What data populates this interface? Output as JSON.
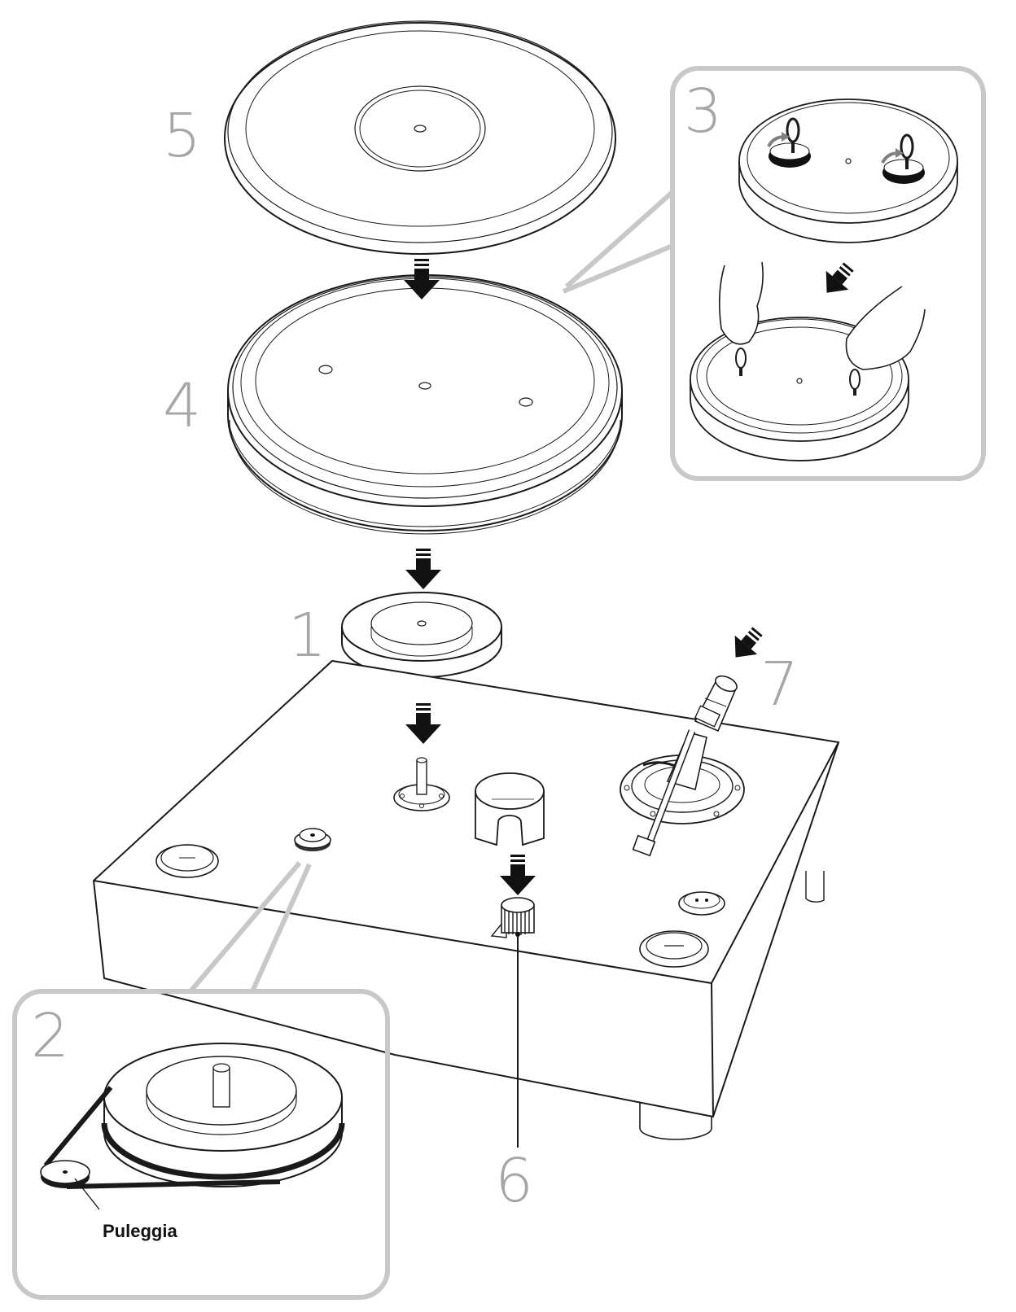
{
  "diagram": {
    "steps": [
      {
        "id": "1",
        "label": "1"
      },
      {
        "id": "2",
        "label": "2"
      },
      {
        "id": "3",
        "label": "3"
      },
      {
        "id": "4",
        "label": "4"
      },
      {
        "id": "5",
        "label": "5"
      },
      {
        "id": "6",
        "label": "6"
      },
      {
        "id": "7",
        "label": "7"
      }
    ],
    "callouts": {
      "pulley_label": "Puleggia"
    },
    "colors": {
      "line": "#1a1a1a",
      "step_number": "#a6a6a6",
      "callout_frame": "#c8c8c8",
      "arrow": "#111111"
    }
  }
}
